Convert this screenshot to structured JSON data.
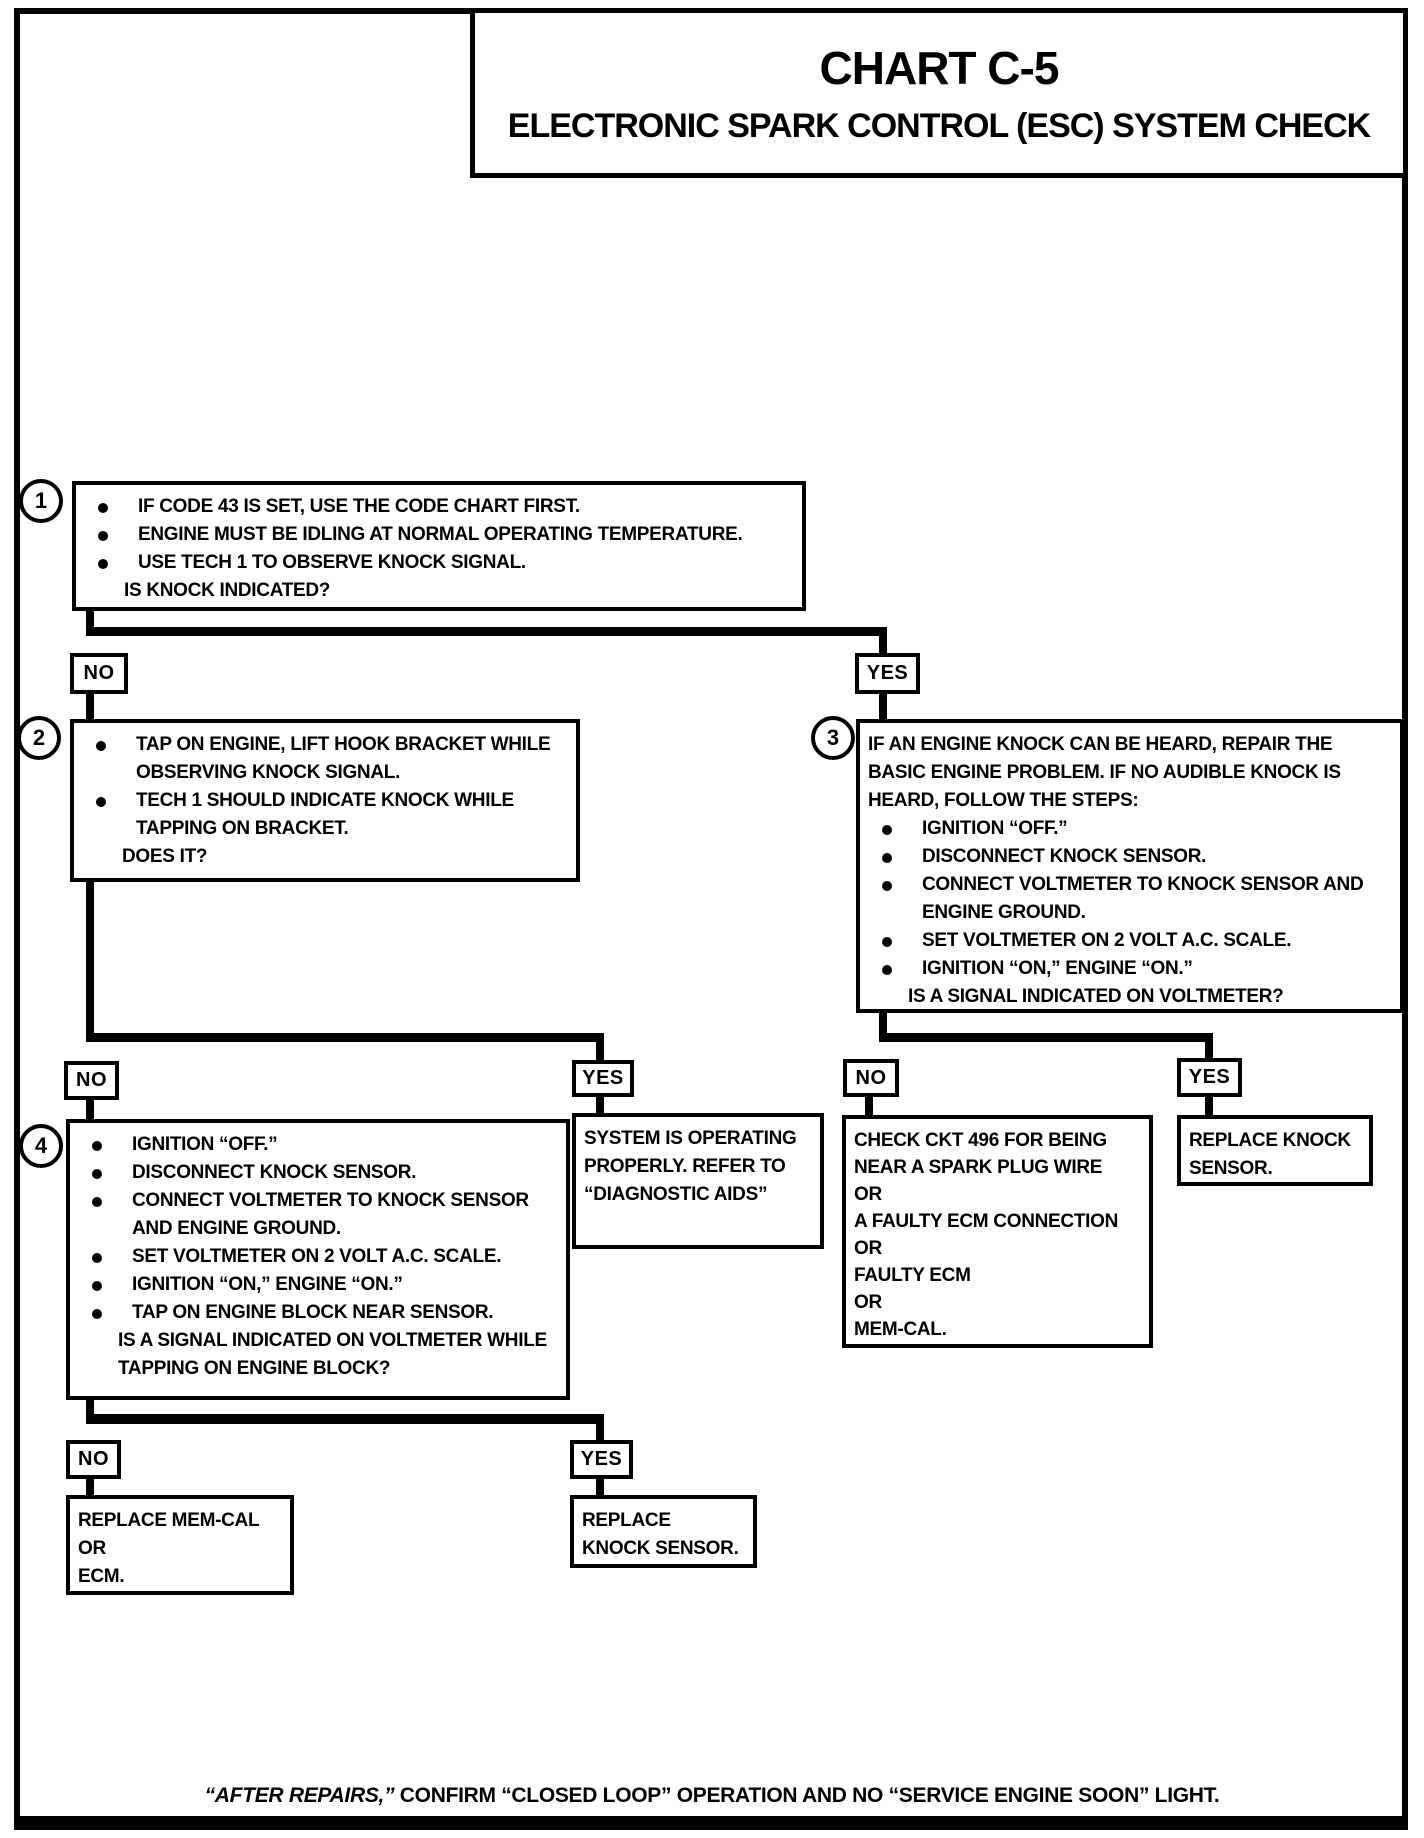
{
  "title": {
    "chart": "CHART C-5",
    "subtitle": "ELECTRONIC SPARK CONTROL (ESC) SYSTEM CHECK"
  },
  "branch_labels": {
    "no": "NO",
    "yes": "YES"
  },
  "steps": {
    "step1": {
      "number": "1",
      "bullets": [
        "IF CODE 43 IS SET, USE THE CODE CHART FIRST.",
        "ENGINE MUST BE IDLING AT NORMAL OPERATING TEMPERATURE.",
        "USE TECH 1 TO OBSERVE KNOCK SIGNAL."
      ],
      "question": "IS KNOCK INDICATED?"
    },
    "step2": {
      "number": "2",
      "bullets": [
        "TAP ON ENGINE, LIFT HOOK BRACKET WHILE OBSERVING KNOCK SIGNAL.",
        "TECH 1 SHOULD INDICATE KNOCK WHILE TAPPING ON BRACKET."
      ],
      "question": "DOES IT?"
    },
    "step3": {
      "number": "3",
      "intro": "IF AN ENGINE KNOCK CAN BE HEARD, REPAIR THE BASIC ENGINE PROBLEM.  IF NO AUDIBLE KNOCK IS HEARD, FOLLOW THE STEPS:",
      "bullets": [
        "IGNITION “OFF.”",
        "DISCONNECT KNOCK SENSOR.",
        "CONNECT VOLTMETER TO KNOCK SENSOR AND ENGINE GROUND.",
        "SET VOLTMETER ON 2 VOLT A.C. SCALE.",
        "IGNITION “ON,” ENGINE “ON.”"
      ],
      "question": "IS A SIGNAL INDICATED ON VOLTMETER?"
    },
    "step4": {
      "number": "4",
      "bullets": [
        "IGNITION “OFF.”",
        "DISCONNECT KNOCK SENSOR.",
        "CONNECT VOLTMETER TO KNOCK SENSOR AND ENGINE GROUND.",
        "SET VOLTMETER ON 2 VOLT A.C. SCALE.",
        "IGNITION “ON,” ENGINE “ON.”",
        "TAP ON ENGINE BLOCK NEAR SENSOR."
      ],
      "question": "IS A SIGNAL INDICATED ON VOLTMETER WHILE TAPPING ON ENGINE BLOCK?"
    }
  },
  "results": {
    "system_ok": "SYSTEM IS OPERATING PROPERLY.  REFER TO “DIAGNOSTIC AIDS”",
    "check_ckt": {
      "lines": [
        "CHECK CKT 496 FOR BEING NEAR A SPARK PLUG WIRE",
        "OR",
        "A FAULTY ECM CONNECTION",
        "OR",
        "FAULTY ECM",
        "OR",
        "MEM-CAL."
      ]
    },
    "replace_knock_right": "REPLACE KNOCK SENSOR.",
    "replace_memcal": {
      "lines": [
        "REPLACE MEM-CAL",
        "OR",
        "ECM."
      ]
    },
    "replace_knock_bottom": "REPLACE KNOCK SENSOR."
  },
  "footer": {
    "italic_part": "“AFTER REPAIRS,”",
    "rest": " CONFIRM “CLOSED LOOP” OPERATION AND NO “SERVICE ENGINE SOON” LIGHT."
  }
}
